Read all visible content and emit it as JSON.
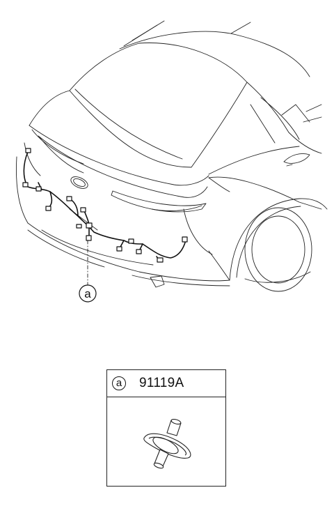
{
  "diagram": {
    "callout_letter": "a"
  },
  "part_table": {
    "callout_letter": "a",
    "part_number": "91119A",
    "part_icon": "wiring-clip-icon"
  }
}
